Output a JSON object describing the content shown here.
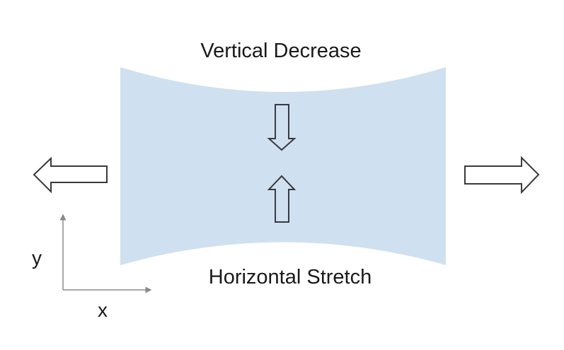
{
  "labels": {
    "top": "Vertical Decrease",
    "bottom": "Horizontal Stretch",
    "axis_x": "x",
    "axis_y": "y"
  },
  "colors": {
    "sheet_fill": "#cfe0f1",
    "arrow_stroke": "#3a3a3a",
    "axis_stroke": "#8a8a8a"
  },
  "icons": [
    "arrow-left-outline",
    "arrow-right-outline",
    "arrow-down-outline",
    "arrow-up-outline"
  ]
}
